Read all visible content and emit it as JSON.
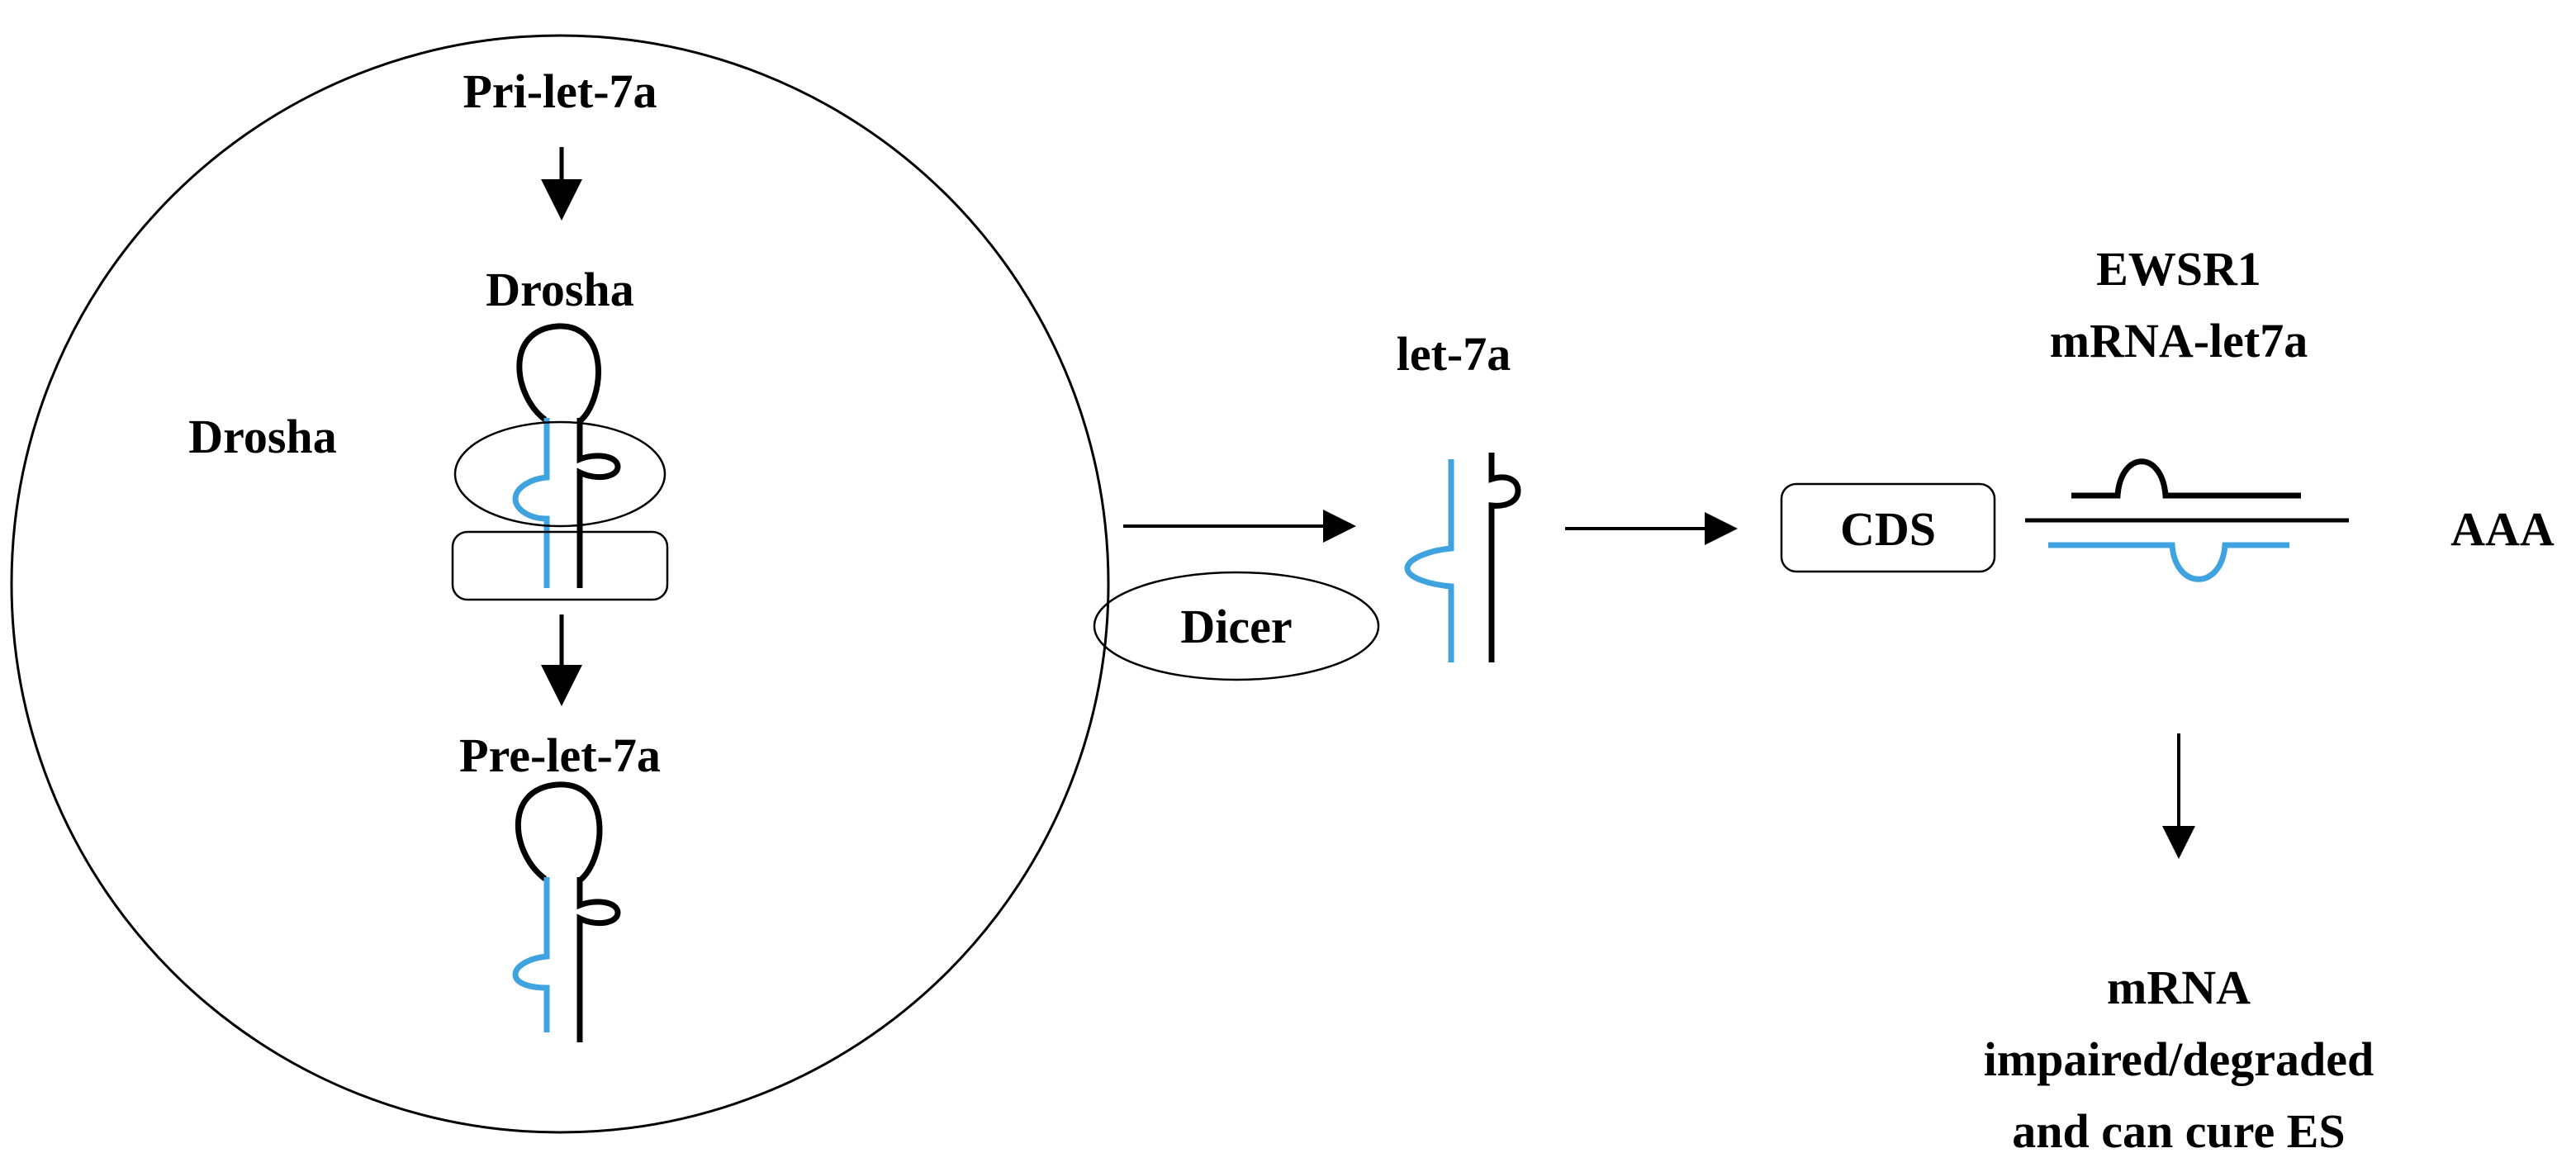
{
  "diagram": {
    "nucleus": {
      "pri_label": "Pri-let-7a",
      "drosha_top_label": "Drosha",
      "drosha_side_label": "Drosha",
      "pre_label": "Pre-let-7a"
    },
    "dicer_label": "Dicer",
    "let7a_label": "let-7a",
    "target": {
      "title_line1": "EWSR1",
      "title_line2": "mRNA-let7a",
      "cds_label": "CDS",
      "polya_label": "AAA"
    },
    "outcome": {
      "line1": "mRNA",
      "line2": "impaired/degraded",
      "line3": "and can cure ES"
    },
    "colors": {
      "guide_strand": "#3fa3e0",
      "passenger_strand": "#000000"
    }
  }
}
